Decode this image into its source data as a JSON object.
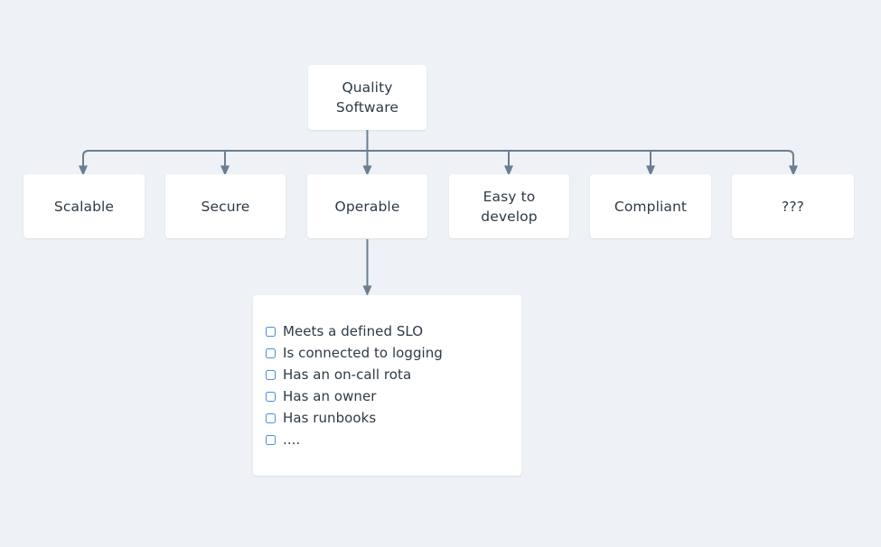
{
  "diagram": {
    "background_color": "#eef2f6",
    "node_fill": "#ffffff",
    "text_color": "#2e3a46",
    "connector_color": "#6b7e90",
    "checkbox_color": "#4a90d9",
    "root": {
      "label": "Quality\nSoftware",
      "line1": "Quality",
      "line2": "Software"
    },
    "branches": [
      {
        "label": "Scalable"
      },
      {
        "label": "Secure"
      },
      {
        "label": "Operable"
      },
      {
        "label": "Easy to\ndevelop",
        "line1": "Easy to",
        "line2": "develop"
      },
      {
        "label": "Compliant"
      },
      {
        "label": "???"
      }
    ],
    "checklist": {
      "source_node": "Operable",
      "items": [
        {
          "label": "Meets a defined SLO",
          "checked": false
        },
        {
          "label": "Is connected to logging",
          "checked": false
        },
        {
          "label": "Has an on-call rota",
          "checked": false
        },
        {
          "label": "Has an owner",
          "checked": false
        },
        {
          "label": "Has runbooks",
          "checked": false
        },
        {
          "label": "....",
          "checked": false
        }
      ]
    }
  }
}
